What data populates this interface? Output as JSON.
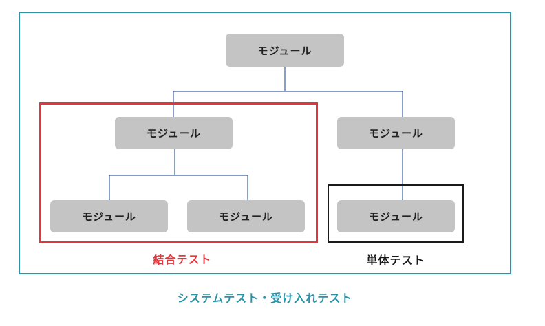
{
  "diagram": {
    "modules": {
      "root": "モジュール",
      "left_mid": "モジュール",
      "right_mid": "モジュール",
      "left_bottom_1": "モジュール",
      "left_bottom_2": "モジュール",
      "right_bottom": "モジュール"
    },
    "labels": {
      "integration_test": "結合テスト",
      "unit_test": "単体テスト",
      "system_test": "システムテスト・受け入れテスト"
    },
    "colors": {
      "system_frame": "#2a93a8",
      "integration_frame": "#e5353a",
      "unit_frame": "#1a1a1a",
      "module_fill": "#c4c4c4",
      "connector": "#3a5fa8"
    }
  }
}
